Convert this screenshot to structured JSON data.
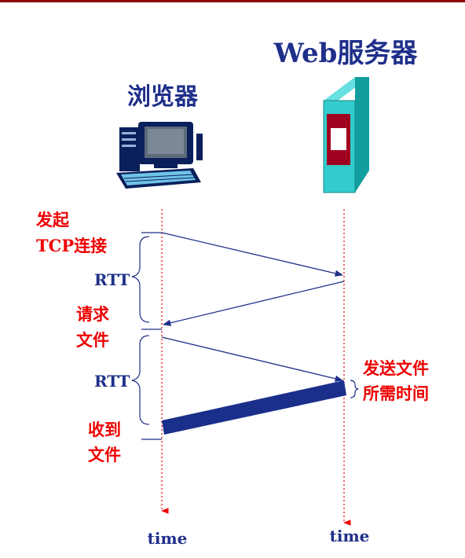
{
  "labels": {
    "server": "Web服务器",
    "browser": "浏览器",
    "initiate_line1": "发起",
    "initiate_line2": "TCP连接",
    "rtt1": "RTT",
    "request_line1": "请求",
    "request_line2": "文件",
    "rtt2": "RTT",
    "receive_line1": "收到",
    "receive_line2": "文件",
    "transmit_line1": "发送文件",
    "transmit_line2": "所需时间",
    "time_left": "time",
    "time_right": "time"
  },
  "colors": {
    "navy": "#1f2f8a",
    "red": "#ee0000",
    "server_teal": "#33cccc",
    "server_dark_red": "#a00020",
    "top_bar": "#8b0000"
  },
  "icons": {
    "browser": "desktop-computer-icon",
    "server": "server-tower-icon"
  }
}
